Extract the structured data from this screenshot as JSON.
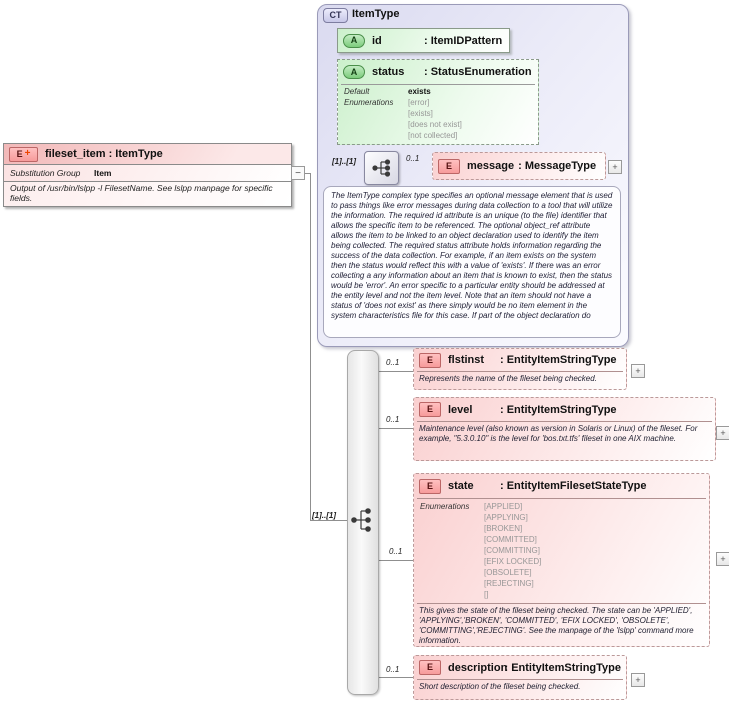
{
  "complex_type": {
    "badge": "CT",
    "title": "ItemType",
    "attr_id": {
      "badge": "A",
      "name": "id",
      "type": ": ItemIDPattern"
    },
    "attr_status": {
      "badge": "A",
      "name": "status",
      "type": ": StatusEnumeration",
      "default_label": "Default",
      "default_value": "exists",
      "enum_label": "Enumerations",
      "enums": [
        "[error]",
        "[exists]",
        "[does not exist]",
        "[not collected]"
      ]
    },
    "sequence_cardinality": "[1]..[1]",
    "message": {
      "cardinality": "0..1",
      "badge": "E",
      "name": "message",
      "type": ": MessageType",
      "expand_glyph": "+"
    },
    "documentation": "The ItemType complex type specifies an optional message element that is used to pass things like error messages during data collection to a tool that will utilize the information. The required id attribute is an unique (to the file) identifier that allows the specific item to be referenced. The optional object_ref attribute allows the item to be linked to an object declaration used to identify the item being collected. The required status attribute holds information regarding the success of the data collection. For example, if an item exists on the system then the status would reflect this with a value of 'exists'. If there was an error collecting a any information about an item that is known to exist, then the status would be 'error'. An error specific to a particular entity should be addressed at the entity level and not the item level. Note that an item should not have a status of 'does not exist' as there simply would be no item element in the system characteristics file for this case. If part of the object declaration do"
  },
  "fileset_item": {
    "badge": "E",
    "badge_plus": "+",
    "title": "fileset_item : ItemType",
    "substitution_group_label": "Substitution Group",
    "substitution_group_value": "Item",
    "documentation": "Output of /usr/bin/lslpp -l FilesetName. See lslpp manpage for specific fields.",
    "collapse_glyph": "−"
  },
  "content_model": {
    "cardinality": "[1]..[1]",
    "elements": [
      {
        "cardinality": "0..1",
        "badge": "E",
        "name": "flstinst",
        "type": ": EntityItemStringType",
        "doc": "Represents the name of the fileset being checked.",
        "expand_glyph": "+"
      },
      {
        "cardinality": "0..1",
        "badge": "E",
        "name": "level",
        "type": ": EntityItemStringType",
        "doc": "Maintenance level (also known as version in Solaris or Linux) of the fileset. For example, \"5.3.0.10\" is the level for 'bos.txt.tfs' fileset in one AIX machine.",
        "expand_glyph": "+"
      },
      {
        "cardinality": "0..1",
        "badge": "E",
        "name": "state",
        "type": ": EntityItemFilesetStateType",
        "enum_label": "Enumerations",
        "enums": [
          "[APPLIED]",
          "[APPLYING]",
          "[BROKEN]",
          "[COMMITTED]",
          "[COMMITTING]",
          "[EFIX LOCKED]",
          "[OBSOLETE]",
          "[REJECTING]",
          "[]"
        ],
        "doc": "This gives the state of the fileset being checked. The state can be 'APPLIED', 'APPLYING','BROKEN', 'COMMITTED', 'EFIX LOCKED', 'OBSOLETE', 'COMMITTING','REJECTING'.  See the manpage of the 'lslpp' command more information.",
        "expand_glyph": "+"
      },
      {
        "cardinality": "0..1",
        "badge": "E",
        "name": "description",
        "type": ": EntityItemStringType",
        "doc": "Short description of the fileset being checked.",
        "expand_glyph": "+"
      }
    ]
  }
}
